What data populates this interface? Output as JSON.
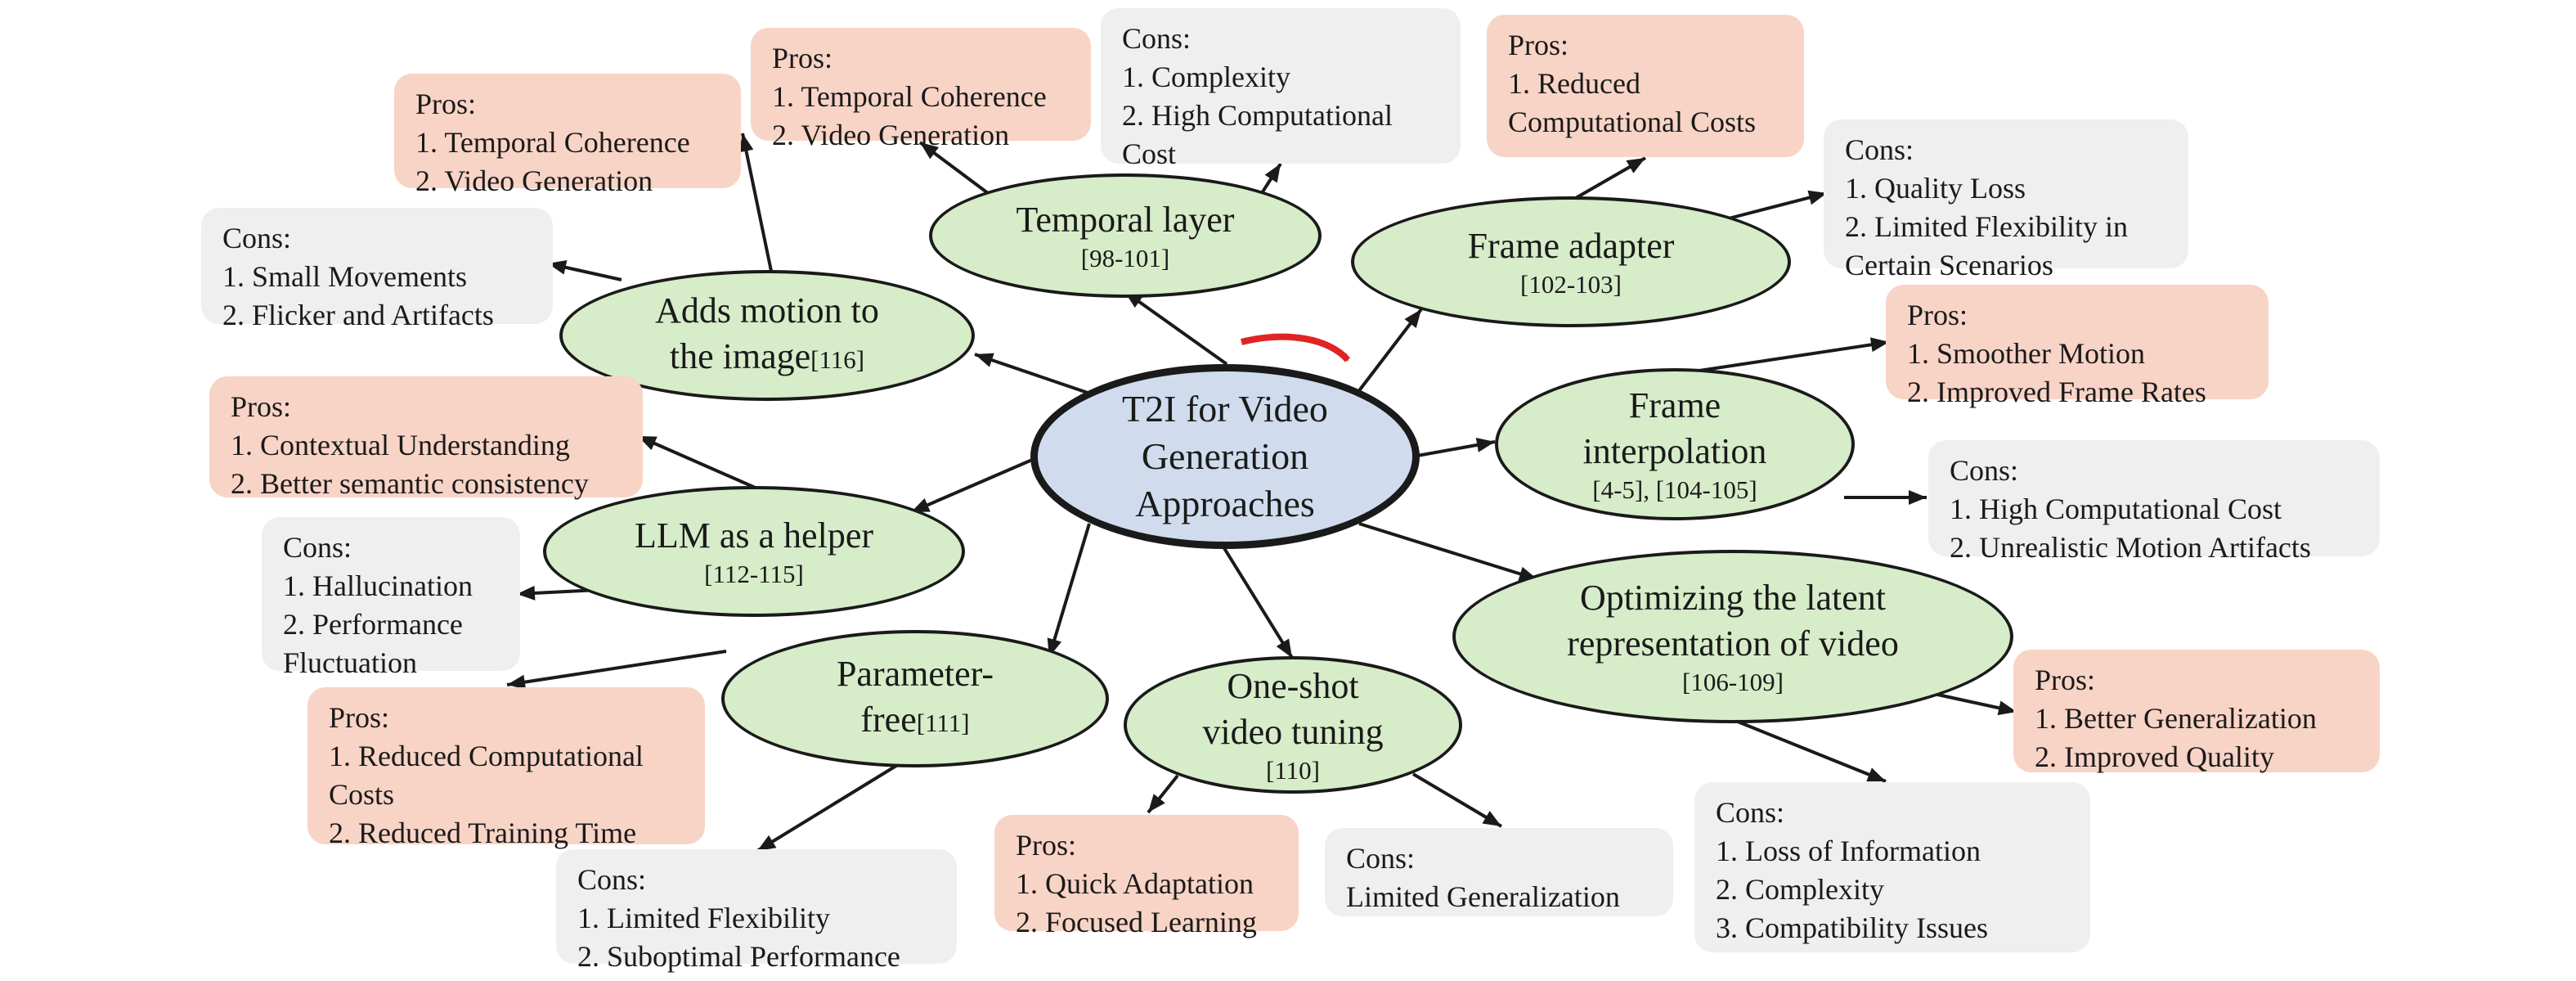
{
  "center": {
    "lines": [
      "T2I for Video",
      "Generation",
      "Approaches"
    ]
  },
  "nodes": {
    "temporal_layer": {
      "title": "Temporal layer",
      "ref": "[98-101]"
    },
    "adds_motion": {
      "line1": "Adds motion to",
      "line2": "the image",
      "ref": "[116]"
    },
    "frame_adapter": {
      "title": "Frame adapter",
      "ref": "[102-103]"
    },
    "frame_interpolation": {
      "line1": "Frame",
      "line2": "interpolation",
      "ref": "[4-5], [104-105]"
    },
    "llm_helper": {
      "title": "LLM as a helper",
      "ref": "[112-115]"
    },
    "parameter_free": {
      "line1": "Parameter-",
      "line2": "free",
      "ref": "[111]"
    },
    "one_shot": {
      "line1": "One-shot",
      "line2": "video tuning",
      "ref": "[110]"
    },
    "latent": {
      "line1": "Optimizing the latent",
      "line2": "representation of video",
      "ref": "[106-109]"
    }
  },
  "boxes": {
    "temporal_pros": {
      "heading": "Pros:",
      "lines": [
        "1. Temporal Coherence",
        "2. Video Generation"
      ]
    },
    "temporal_cons": {
      "heading": "Cons:",
      "lines": [
        "1. Complexity",
        "2. High Computational",
        "Cost"
      ]
    },
    "adds_pros": {
      "heading": "Pros:",
      "lines": [
        "1. Temporal Coherence",
        "2. Video Generation"
      ]
    },
    "adds_cons": {
      "heading": "Cons:",
      "lines": [
        "1. Small Movements",
        "2. Flicker and Artifacts"
      ]
    },
    "adapter_pros": {
      "heading": "Pros:",
      "lines": [
        "1. Reduced",
        "Computational Costs"
      ]
    },
    "adapter_cons": {
      "heading": "Cons:",
      "lines": [
        "1. Quality Loss",
        "2. Limited Flexibility in",
        "Certain Scenarios"
      ]
    },
    "interp_pros": {
      "heading": "Pros:",
      "lines": [
        "1. Smoother Motion",
        "2. Improved Frame Rates"
      ]
    },
    "interp_cons": {
      "heading": "Cons:",
      "lines": [
        "1. High Computational Cost",
        "2. Unrealistic Motion Artifacts"
      ]
    },
    "llm_pros": {
      "heading": "Pros:",
      "lines": [
        "1. Contextual Understanding",
        "2. Better semantic consistency"
      ]
    },
    "llm_cons": {
      "heading": "Cons:",
      "lines": [
        "1. Hallucination",
        "2. Performance",
        "Fluctuation"
      ]
    },
    "param_pros": {
      "heading": "Pros:",
      "lines": [
        "1. Reduced Computational",
        "Costs",
        "2. Reduced Training Time"
      ]
    },
    "param_cons": {
      "heading": "Cons:",
      "lines": [
        "1. Limited Flexibility",
        "2. Suboptimal Performance"
      ]
    },
    "oneshot_pros": {
      "heading": "Pros:",
      "lines": [
        "1. Quick Adaptation",
        "2. Focused Learning"
      ]
    },
    "oneshot_cons": {
      "heading": "Cons:",
      "lines": [
        "Limited Generalization"
      ]
    },
    "latent_pros": {
      "heading": "Pros:",
      "lines": [
        "1. Better Generalization",
        "2. Improved Quality"
      ]
    },
    "latent_cons": {
      "heading": "Cons:",
      "lines": [
        "1. Loss of Information",
        "2. Complexity",
        "3. Compatibility Issues"
      ]
    }
  },
  "colors": {
    "pros_fill": "#f8d4c6",
    "cons_fill": "#efefef",
    "node_fill": "#d7ecc9",
    "center_fill": "#d0dcee",
    "stroke": "#1a1a1a",
    "curved_arrow": "#e02424"
  }
}
